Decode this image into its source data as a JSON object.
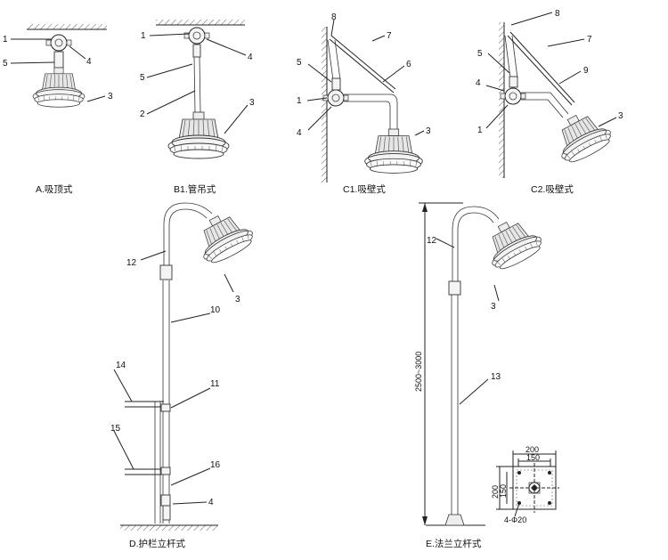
{
  "captions": {
    "a": "A.吸顶式",
    "b1": "B1.管吊式",
    "c1": "C1.吸壁式",
    "c2": "C2.吸壁式",
    "d": "D.护栏立杆式",
    "e": "E.法兰立杆式"
  },
  "labels": {
    "a": [
      "1",
      "5",
      "4",
      "3"
    ],
    "b1": [
      "1",
      "4",
      "5",
      "2",
      "3"
    ],
    "c1": [
      "8",
      "7",
      "5",
      "6",
      "1",
      "4",
      "3"
    ],
    "c2": [
      "8",
      "7",
      "5",
      "9",
      "4",
      "1",
      "3"
    ],
    "d": [
      "12",
      "3",
      "10",
      "14",
      "11",
      "15",
      "16",
      "4"
    ],
    "e": [
      "12",
      "3",
      "13"
    ]
  },
  "dimensions": {
    "height": "2500~3000",
    "flange_w_outer": "200",
    "flange_w_inner": "150",
    "flange_h_outer": "200",
    "flange_h_inner": "150",
    "holes": "4-Φ20"
  }
}
